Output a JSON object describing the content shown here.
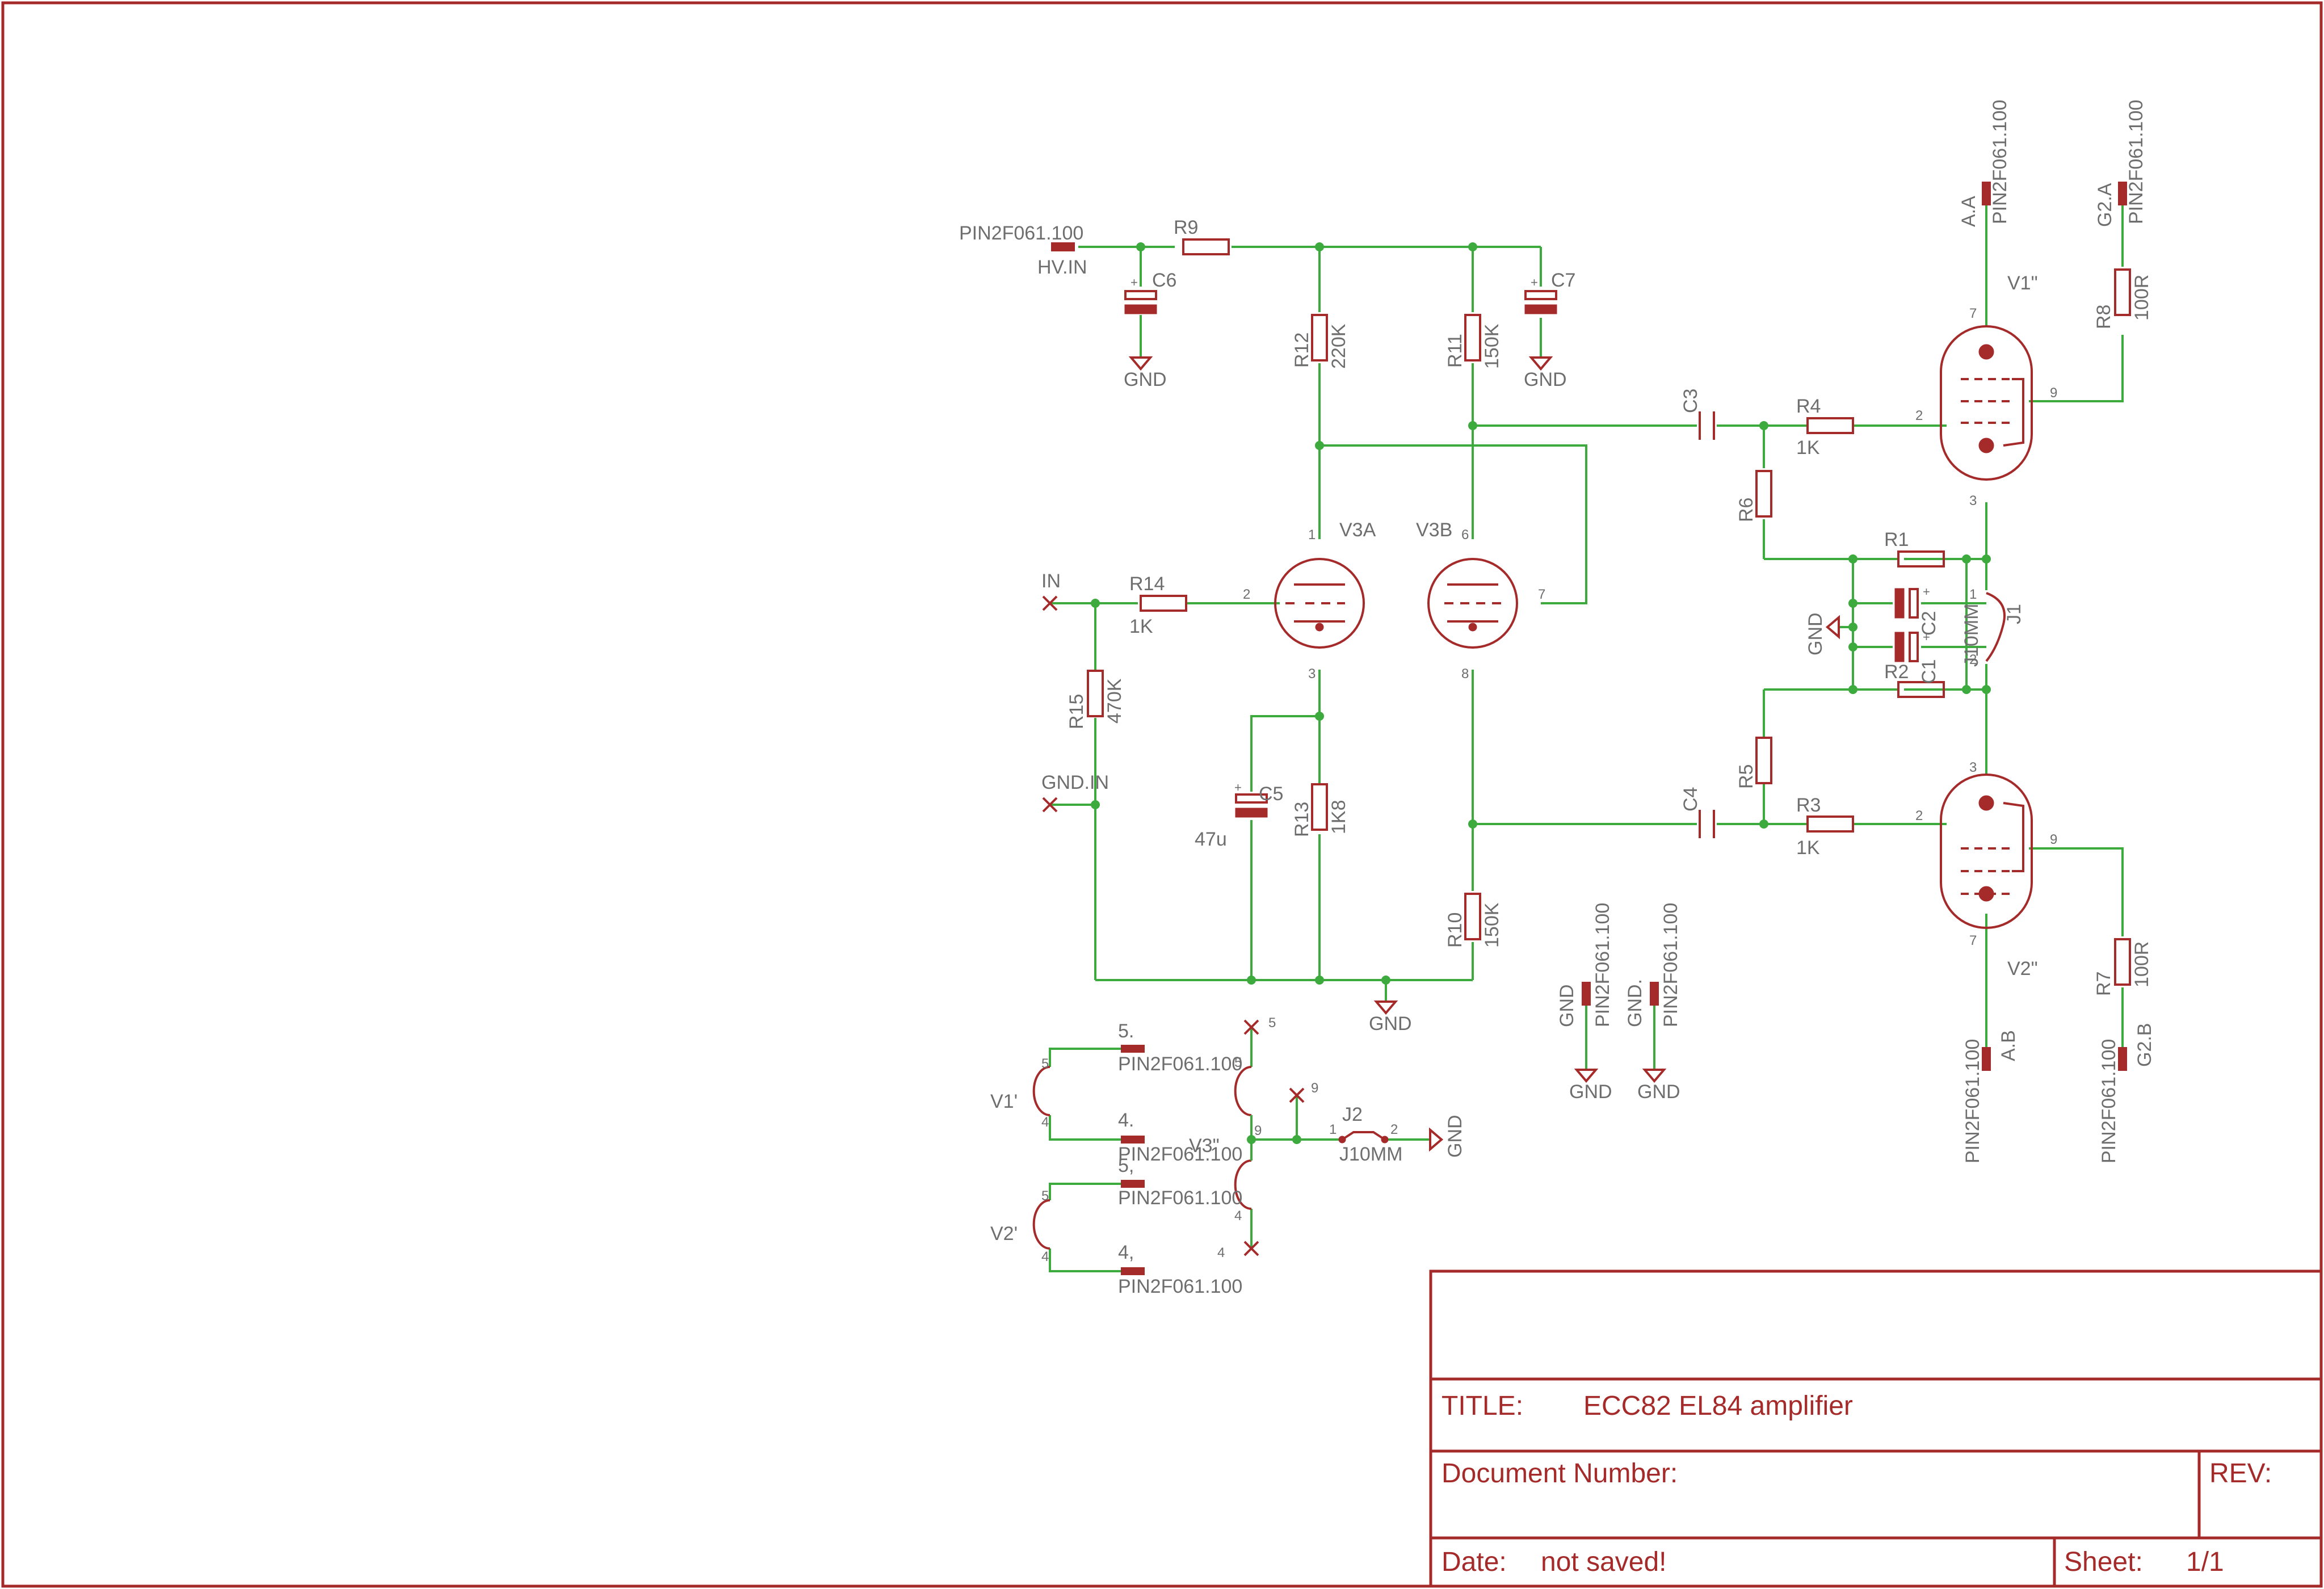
{
  "title_block": {
    "title_label": "TITLE:",
    "title_value": "ECC82 EL84 amplifier",
    "doc_label": "Document Number:",
    "rev_label": "REV:",
    "date_label": "Date:",
    "date_value": "not saved!",
    "sheet_label": "Sheet:",
    "sheet_value": "1/1"
  },
  "tubes": {
    "v3a": "V3A",
    "v3b": "V3B",
    "v1": "V1\"",
    "v2": "V2\"",
    "v1h": "V1'",
    "v2h": "V2'",
    "v3h": "V3\""
  },
  "resistors": {
    "r1": "R1",
    "r2": "R2",
    "r3": "R3",
    "r3_val": "1K",
    "r4": "R4",
    "r4_val": "1K",
    "r5": "R5",
    "r6": "R6",
    "r7": "R7",
    "r7_val": "100R",
    "r8": "R8",
    "r8_val": "100R",
    "r9": "R9",
    "r10": "R10",
    "r10_val": "150K",
    "r11": "R11",
    "r11_val": "150K",
    "r12": "R12",
    "r12_val": "220K",
    "r13": "R13",
    "r13_val": "1K8",
    "r14": "R14",
    "r14_val": "1K",
    "r15": "R15",
    "r15_val": "470K"
  },
  "capacitors": {
    "c1": "C1",
    "c2": "C2",
    "c3": "C3",
    "c4": "C4",
    "c5": "C5",
    "c5_val": "47u",
    "c6": "C6",
    "c7": "C7"
  },
  "jumpers": {
    "j1": "J1",
    "j1_type": "J10MM",
    "j2": "J2",
    "j2_type": "J10MM"
  },
  "nets": {
    "gnd": "GND",
    "hv_in": "HV.IN",
    "in": "IN",
    "gnd_in": "GND.IN",
    "a_a": "A.A",
    "g2_a": "G2.A",
    "a_b": "A.B",
    "g2_b": "G2.B",
    "gnd_dot": "GND.",
    "h5": "5.",
    "h4": "4.",
    "h5c": "5,",
    "h4c": "4,"
  },
  "part_name": "PIN2F061.100",
  "pins": {
    "p1": "1",
    "p2": "2",
    "p3": "3",
    "p4": "4",
    "p5": "5",
    "p6": "6",
    "p7": "7",
    "p8": "8",
    "p9": "9"
  },
  "colors": {
    "frame": "#a52a2a",
    "wire": "#3caa3c",
    "text": "#6e6e6e"
  }
}
